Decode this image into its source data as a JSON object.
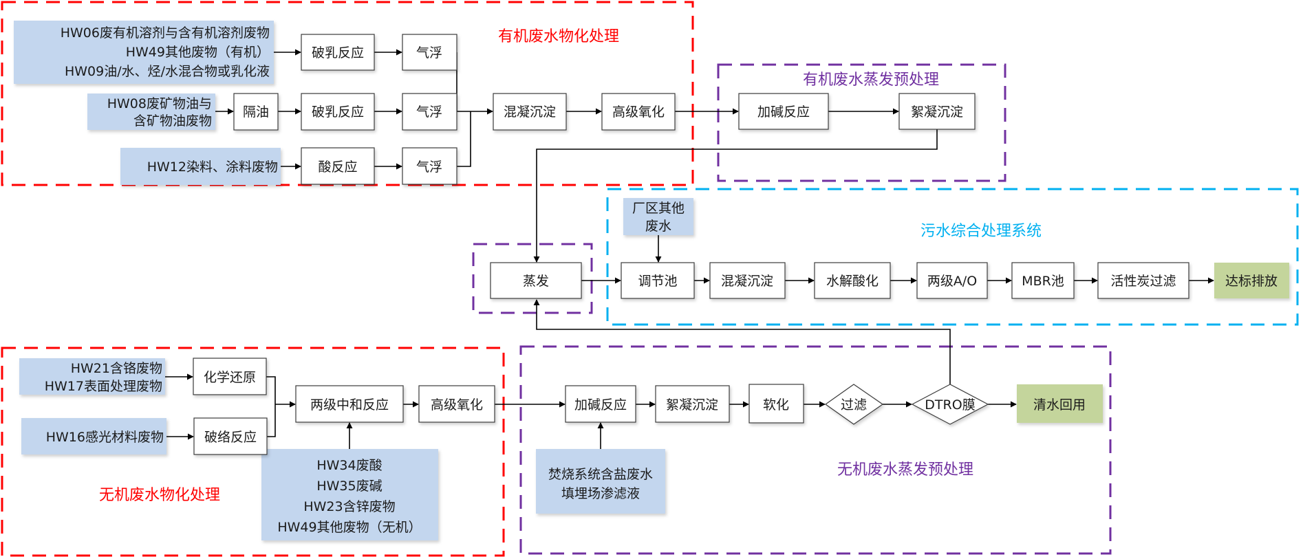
{
  "groups": {
    "organic_physchem": {
      "title": "有机废水物化处理",
      "color": "#ff0000"
    },
    "organic_evap_pre": {
      "title": "有机废水蒸发预处理",
      "color": "#7030a0"
    },
    "evaporation": {
      "title": "",
      "color": "#7030a0"
    },
    "sewage_system": {
      "title": "污水综合处理系统",
      "color": "#00b0f0"
    },
    "inorganic_physchem": {
      "title": "无机废水物化处理",
      "color": "#ff0000"
    },
    "inorganic_evap_pre": {
      "title": "无机废水蒸发预处理",
      "color": "#7030a0"
    }
  },
  "sources": {
    "org1": [
      "HW06废有机溶剂与含有机溶剂废物",
      "HW49其他废物（有机）",
      "HW09油/水、烃/水混合物或乳化液"
    ],
    "org2": [
      "HW08废矿物油与",
      "含矿物油废物"
    ],
    "org3": [
      "HW12染料、涂料废物"
    ],
    "plant": [
      "厂区其他",
      "废水"
    ],
    "inorg1": [
      "HW21含铬废物",
      "HW17表面处理废物"
    ],
    "inorg2": [
      "HW16感光材料废物"
    ],
    "inorg3": [
      "HW34废酸",
      "HW35废碱",
      "HW23含锌废物",
      "HW49其他废物（无机）"
    ],
    "inorg4": [
      "焚烧系统含盐废水",
      "填埋场渗滤液"
    ]
  },
  "nodes": {
    "o_demuls1": "破乳反应",
    "o_float1": "气浮",
    "o_oilsep": "隔油",
    "o_demuls2": "破乳反应",
    "o_float2": "气浮",
    "o_acid": "酸反应",
    "o_float3": "气浮",
    "o_coag": "混凝沉淀",
    "o_aop": "高级氧化",
    "oe_alkali": "加碱反应",
    "oe_floc": "絮凝沉淀",
    "evap": "蒸发",
    "s_equal": "调节池",
    "s_coag": "混凝沉淀",
    "s_hydro": "水解酸化",
    "s_ao": "两级A/O",
    "s_mbr": "MBR池",
    "s_carbon": "活性炭过滤",
    "s_discharge": "达标排放",
    "i_reduce": "化学还原",
    "i_complex": "破络反应",
    "i_neutral": "两级中和反应",
    "i_aop": "高级氧化",
    "ie_alkali": "加碱反应",
    "ie_floc": "絮凝沉淀",
    "ie_soften": "软化",
    "ie_filter": "过滤",
    "ie_dtro": "DTRO膜",
    "ie_reuse": "清水回用"
  },
  "colors": {
    "source_fill": "#c3d6ee",
    "output_fill": "#c4d59c",
    "red_group": "#ff0000",
    "purple_group": "#7030a0",
    "blue_group": "#00b0f0"
  }
}
